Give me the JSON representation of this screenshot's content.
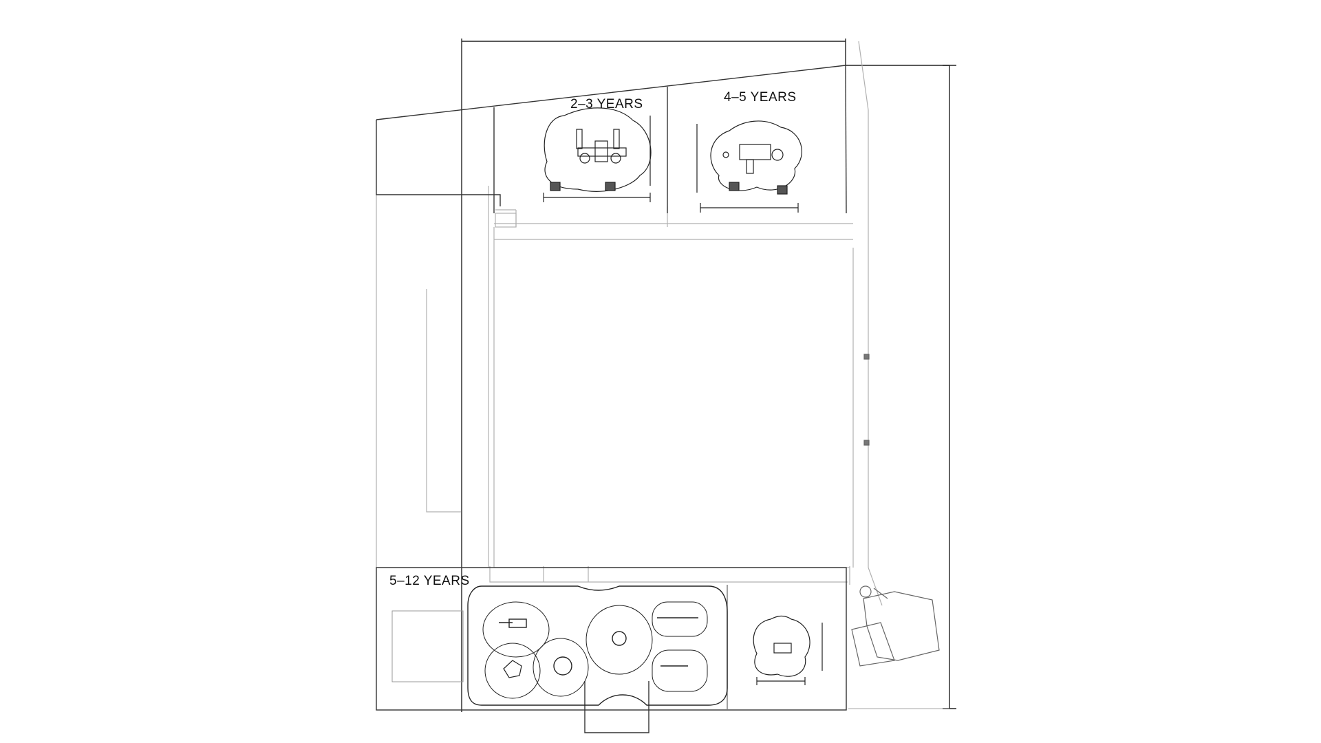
{
  "zones": {
    "toddler": {
      "label": "2–3 YEARS"
    },
    "preschool": {
      "label": "4–5 YEARS"
    },
    "school_age": {
      "label": "5–12 YEARS"
    }
  },
  "colors": {
    "line_dark": "#111111",
    "line_mid": "#555555",
    "line_light": "#b0b0b0",
    "background": "#ffffff"
  }
}
